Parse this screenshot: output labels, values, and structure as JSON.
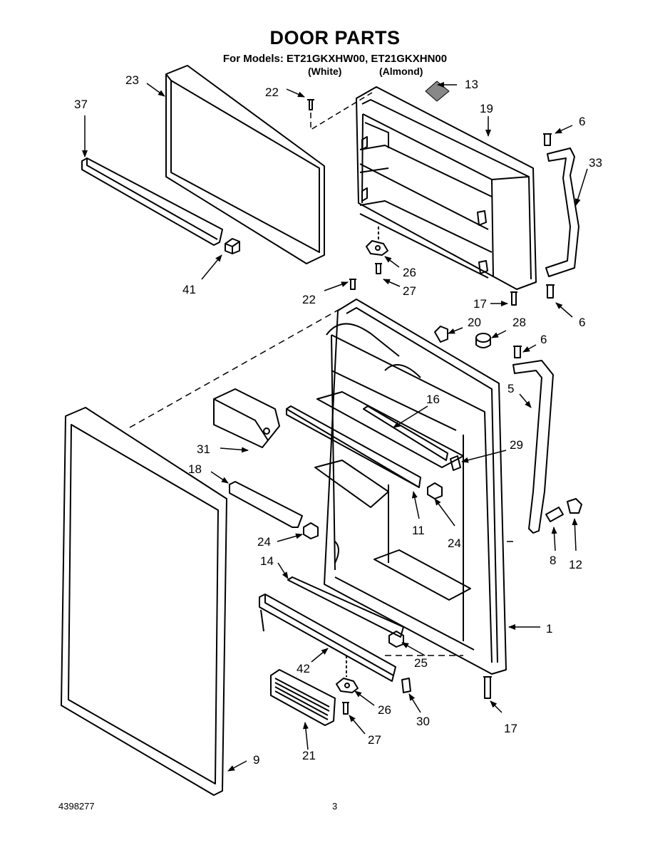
{
  "header": {
    "title": "DOOR PARTS",
    "models": "For Models: ET21GKXHW00, ET21GKXHN00",
    "color_white": "(White)",
    "color_almond": "(Almond)"
  },
  "callouts": {
    "c1": "1",
    "c5": "5",
    "c6a": "6",
    "c6b": "6",
    "c6c": "6",
    "c8": "8",
    "c9": "9",
    "c11": "11",
    "c12": "12",
    "c13": "13",
    "c14": "14",
    "c16": "16",
    "c17a": "17",
    "c17b": "17",
    "c18": "18",
    "c19": "19",
    "c20": "20",
    "c21": "21",
    "c22a": "22",
    "c22b": "22",
    "c23": "23",
    "c24a": "24",
    "c24b": "24",
    "c25": "25",
    "c26a": "26",
    "c26b": "26",
    "c27a": "27",
    "c27b": "27",
    "c28": "28",
    "c29": "29",
    "c30": "30",
    "c31": "31",
    "c33": "33",
    "c37": "37",
    "c41": "41",
    "c42": "42"
  },
  "footer": {
    "doc_number": "4398277",
    "page_number": "3"
  }
}
